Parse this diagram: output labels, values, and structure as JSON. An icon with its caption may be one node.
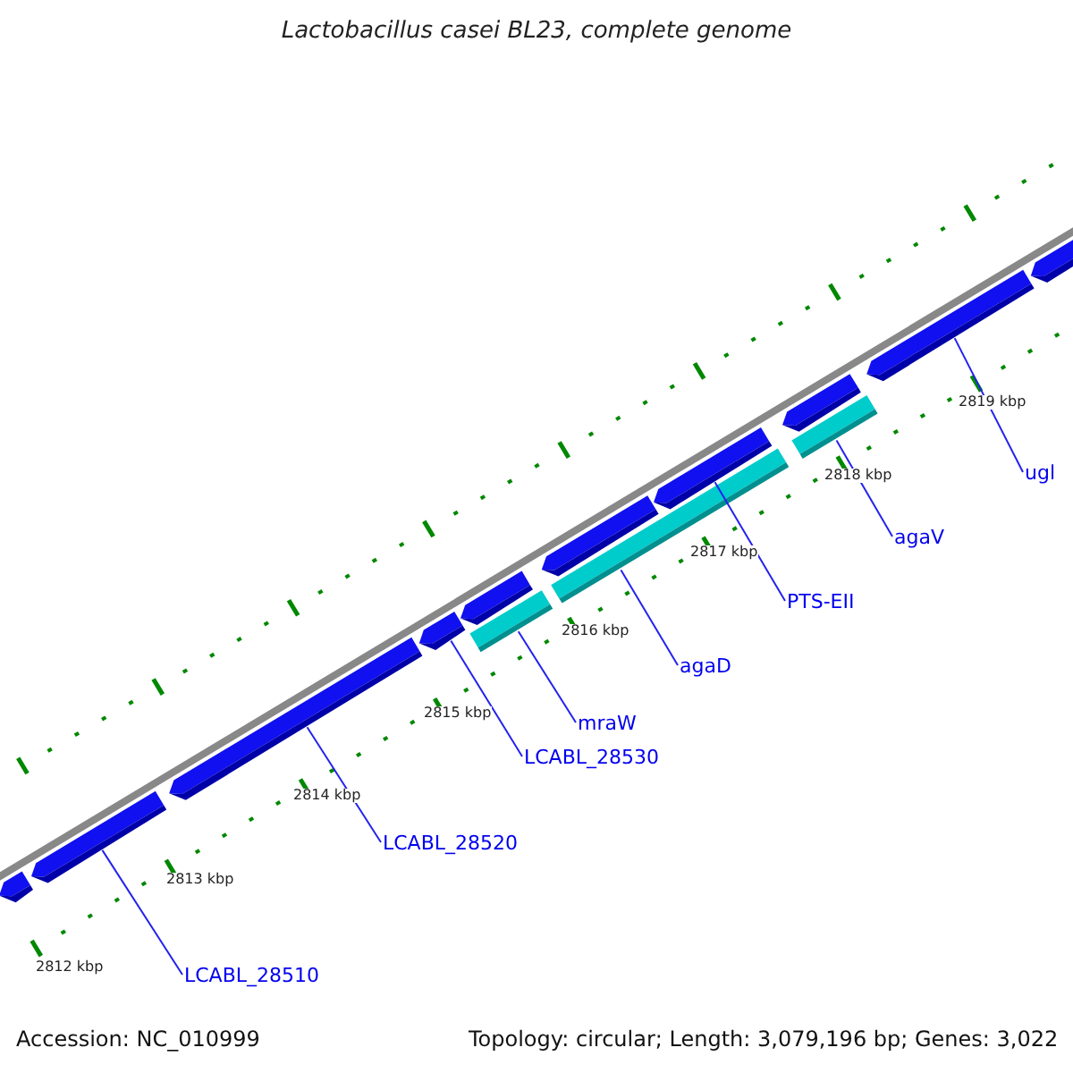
{
  "diagram": {
    "title": "Lactobacillus casei BL23, complete genome",
    "nodes": [
      {
        "text": [
          "LCABL_28510"
        ]
      },
      {
        "text": [
          "LCABL_28520"
        ]
      },
      {
        "text": [
          "LCABL_28530"
        ]
      },
      {
        "text": [
          "mraW"
        ]
      },
      {
        "text": [
          "agaD"
        ]
      },
      {
        "text": [
          "PTS-EII"
        ]
      },
      {
        "text": [
          "agaV"
        ]
      },
      {
        "text": [
          "ugl"
        ]
      },
      {
        "text": [],
        "shape": "arrow"
      },
      {
        "text": [],
        "shape": "arrow"
      },
      {
        "text": [],
        "shape": "arrow"
      },
      {
        "text": [],
        "shape": "arrow"
      },
      {
        "text": [],
        "shape": "arrow"
      },
      {
        "text": [],
        "shape": "bar"
      },
      {
        "text": [],
        "shape": "arrow"
      },
      {
        "text": [],
        "shape": "bar"
      },
      {
        "text": [],
        "shape": "arrow"
      },
      {
        "text": [],
        "shape": "arrow"
      },
      {
        "text": [],
        "shape": "bar"
      },
      {
        "text": [],
        "shape": "arrow"
      },
      {
        "text": [],
        "shape": "arrow"
      }
    ],
    "edges": [
      {
        "from": 0,
        "to": 9,
        "arrow": "none"
      },
      {
        "from": 1,
        "to": 10,
        "arrow": "none"
      },
      {
        "from": 2,
        "to": 11,
        "arrow": "none"
      },
      {
        "from": 3,
        "to": 13,
        "arrow": "none"
      },
      {
        "from": 4,
        "to": 15,
        "arrow": "none"
      },
      {
        "from": 5,
        "to": 16,
        "arrow": "none"
      },
      {
        "from": 6,
        "to": 18,
        "arrow": "none"
      },
      {
        "from": 7,
        "to": 19,
        "arrow": "none"
      }
    ],
    "labels": [
      "2812 kbp",
      "2813 kbp",
      "2814 kbp",
      "2815 kbp",
      "2816 kbp",
      "2817 kbp",
      "2818 kbp",
      "2819 kbp",
      "Accession: NC_010999",
      "Topology: circular; Length: 3,079,196 bp; Genes: 3,022"
    ]
  }
}
